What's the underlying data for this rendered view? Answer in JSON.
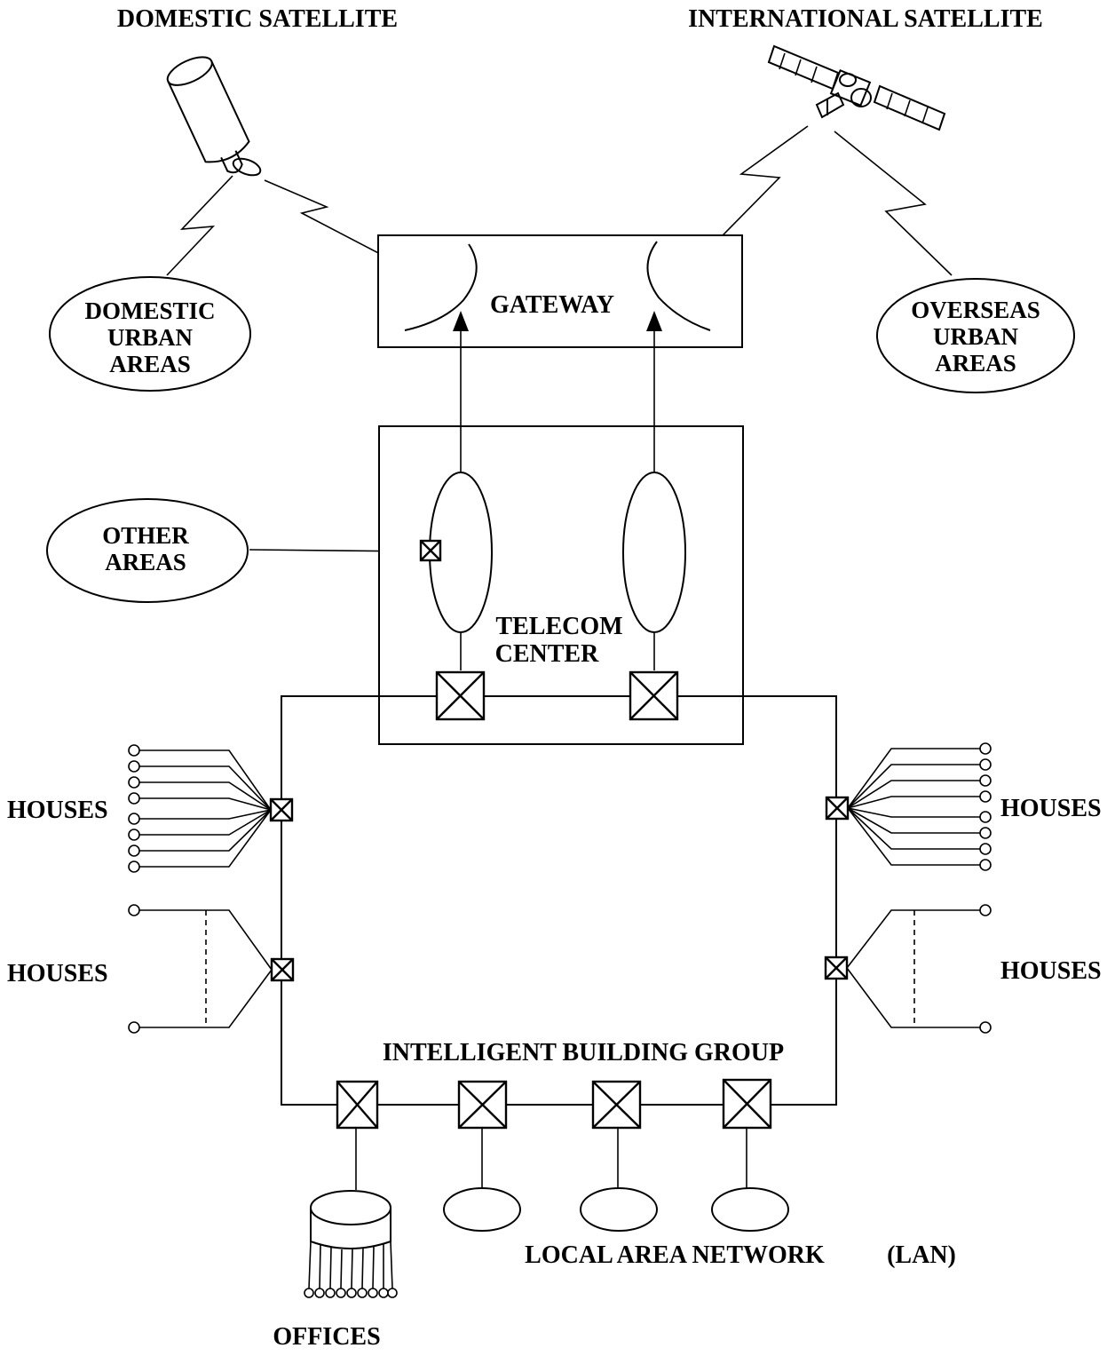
{
  "labels": {
    "domestic_satellite": "DOMESTIC SATELLITE",
    "international_satellite": "INTERNATIONAL SATELLITE",
    "gateway": "GATEWAY",
    "domestic_urban_areas": [
      "DOMESTIC",
      "URBAN",
      "AREAS"
    ],
    "overseas_urban_areas": [
      "OVERSEAS",
      "URBAN",
      "AREAS"
    ],
    "other_areas": [
      "OTHER",
      "AREAS"
    ],
    "telecom_center": [
      "TELECOM",
      "CENTER"
    ],
    "houses_upper_left": "HOUSES",
    "houses_lower_left": "HOUSES",
    "houses_upper_right": "HOUSES",
    "houses_lower_right": "HOUSES",
    "intelligent_building_group": "INTELLIGENT BUILDING GROUP",
    "local_area_network": "LOCAL AREA NETWORK",
    "lan_abbrev": "(LAN)",
    "offices": "OFFICES"
  },
  "icons": {
    "domestic_satellite": "satellite-dish-icon",
    "international_satellite": "satellite-icon",
    "switch": "crossed-box-switch-icon",
    "radio_link": "lightning-link-icon"
  }
}
